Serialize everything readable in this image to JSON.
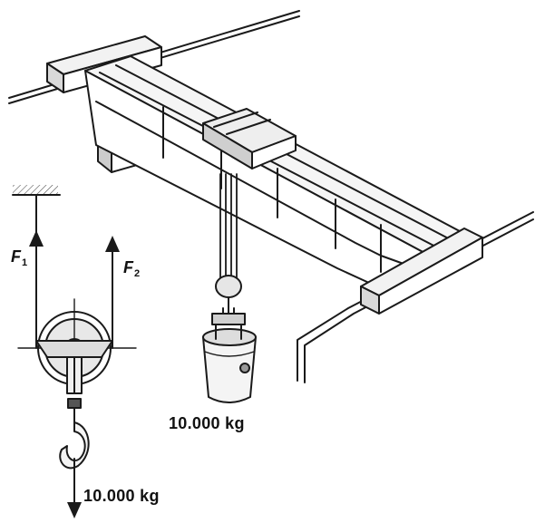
{
  "labels": {
    "force_1": "F",
    "force_1_sub": "1",
    "force_2": "F",
    "force_2_sub": "2",
    "load_crane": "10.000 kg",
    "load_hook": "10.000 kg"
  },
  "colors": {
    "line": "#1a1a1a",
    "fill_light": "#f2f2f2",
    "fill_mid": "#d9d9d9",
    "fill_dark": "#b5b5b5",
    "background": "#ffffff"
  }
}
